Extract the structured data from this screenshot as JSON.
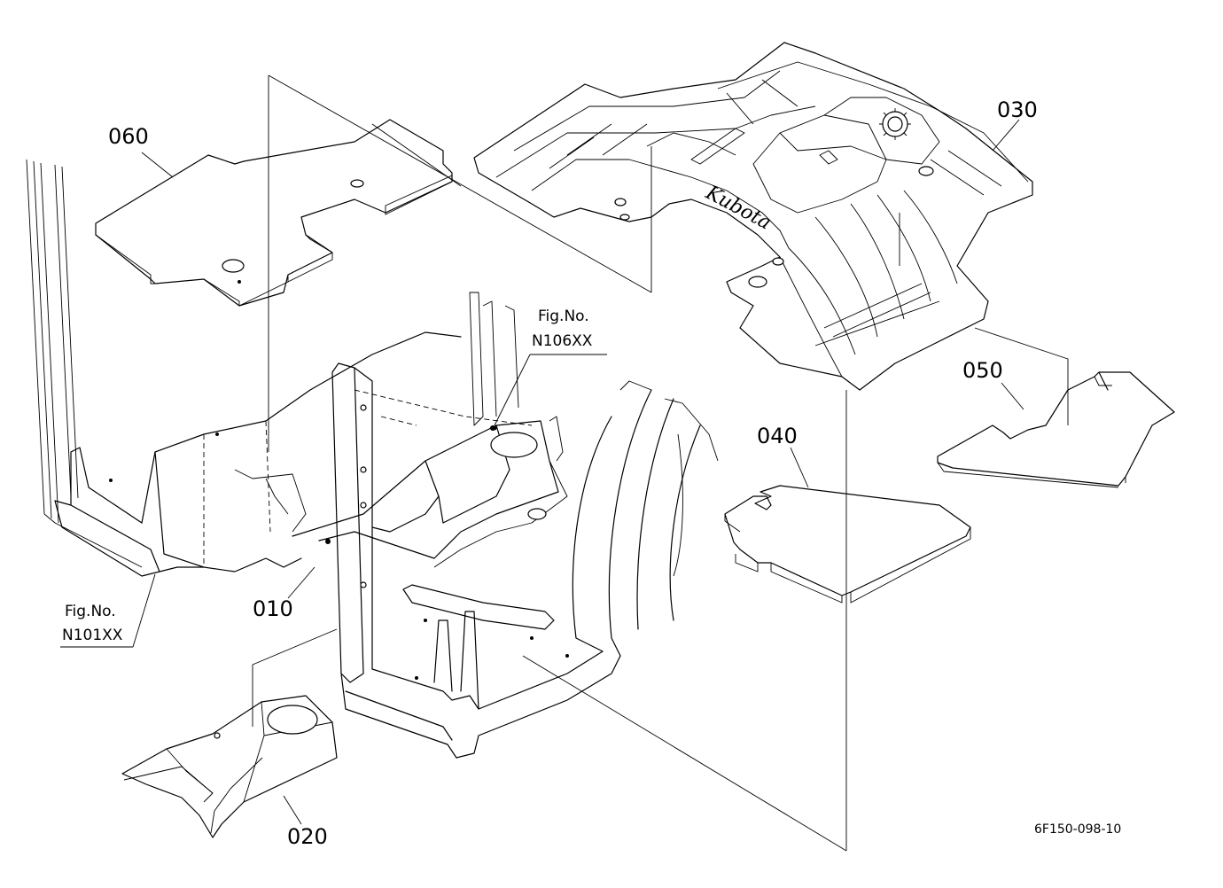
{
  "parts": {
    "p010": "010",
    "p020": "020",
    "p030": "030",
    "p040": "040",
    "p050": "050",
    "p060": "060"
  },
  "references": {
    "fig_prefix": "Fig.No.",
    "fig_n106": "N106XX",
    "fig_n101": "N101XX"
  },
  "diagram_code": "6F150-098-10",
  "mat_brand_text": "Kubota"
}
